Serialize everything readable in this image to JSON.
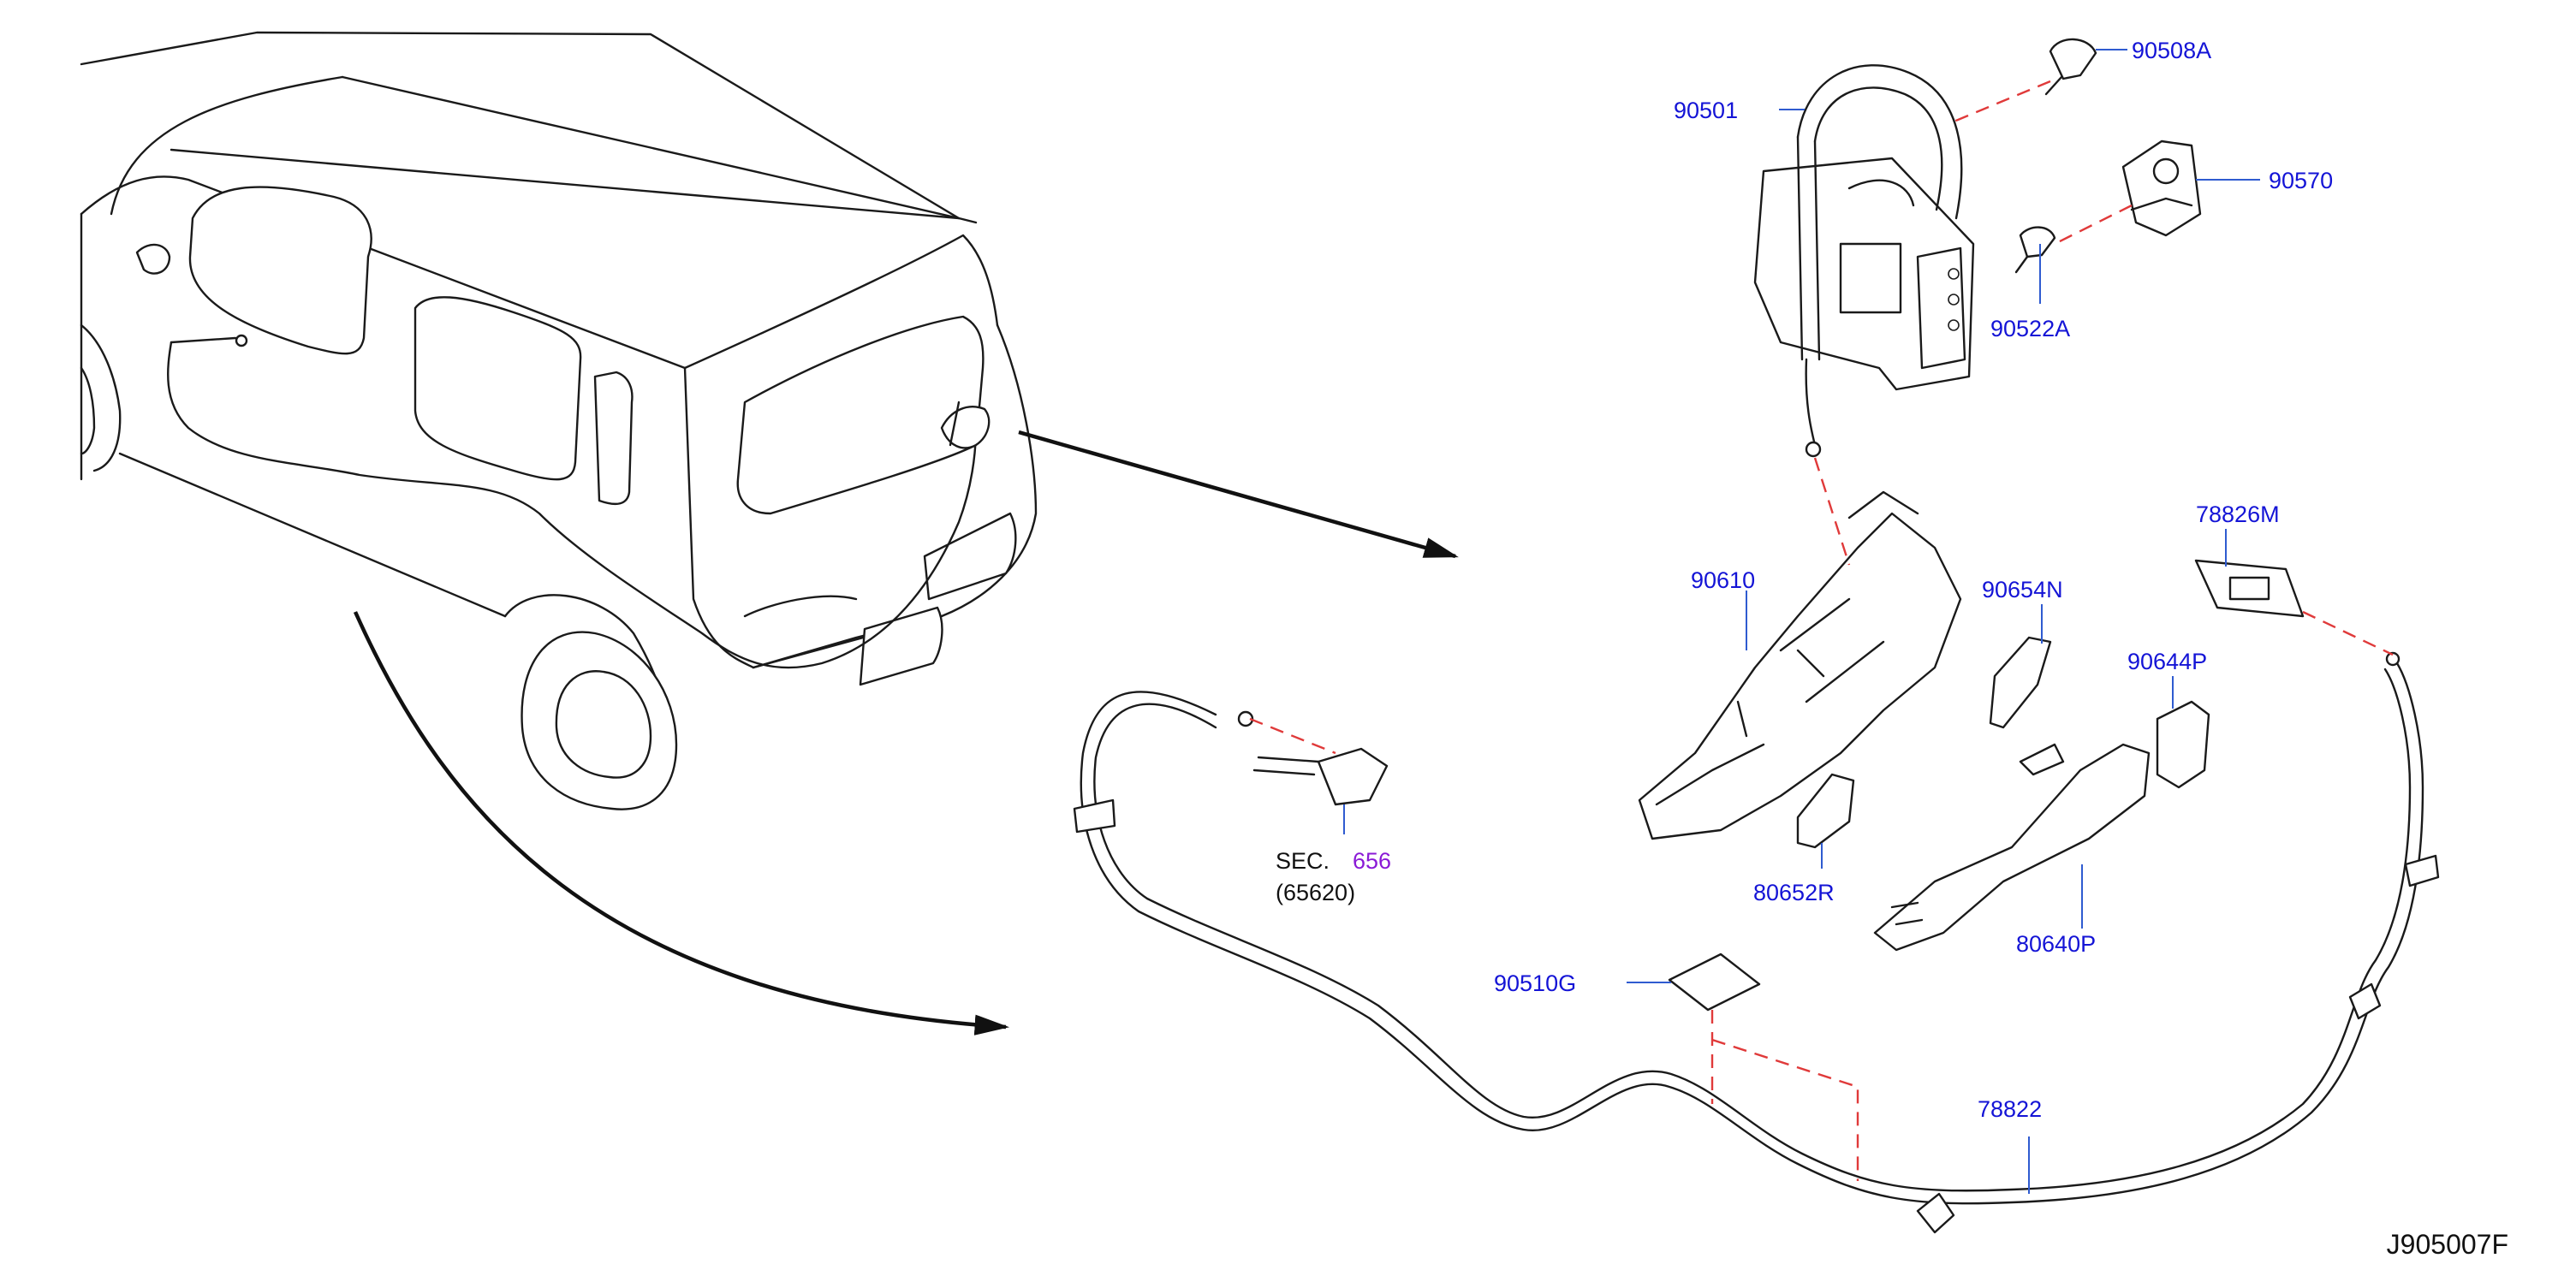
{
  "diagram_id": "J905007F",
  "colors": {
    "label": "#1414d6",
    "leader": "#2f5bd0",
    "dashed": "#e03a3a",
    "section": "#8a1ad6",
    "line": "#1a1a1a"
  },
  "parts": {
    "p90508A": "90508A",
    "p90501": "90501",
    "p90570": "90570",
    "p90522A": "90522A",
    "p78826M": "78826M",
    "p90610": "90610",
    "p90654N": "90654N",
    "p90644P": "90644P",
    "p80652R": "80652R",
    "p80640P": "80640P",
    "p90510G": "90510G",
    "p78822": "78822"
  },
  "section_ref": {
    "prefix": "SEC.",
    "number": "656",
    "sub": "(65620)"
  }
}
